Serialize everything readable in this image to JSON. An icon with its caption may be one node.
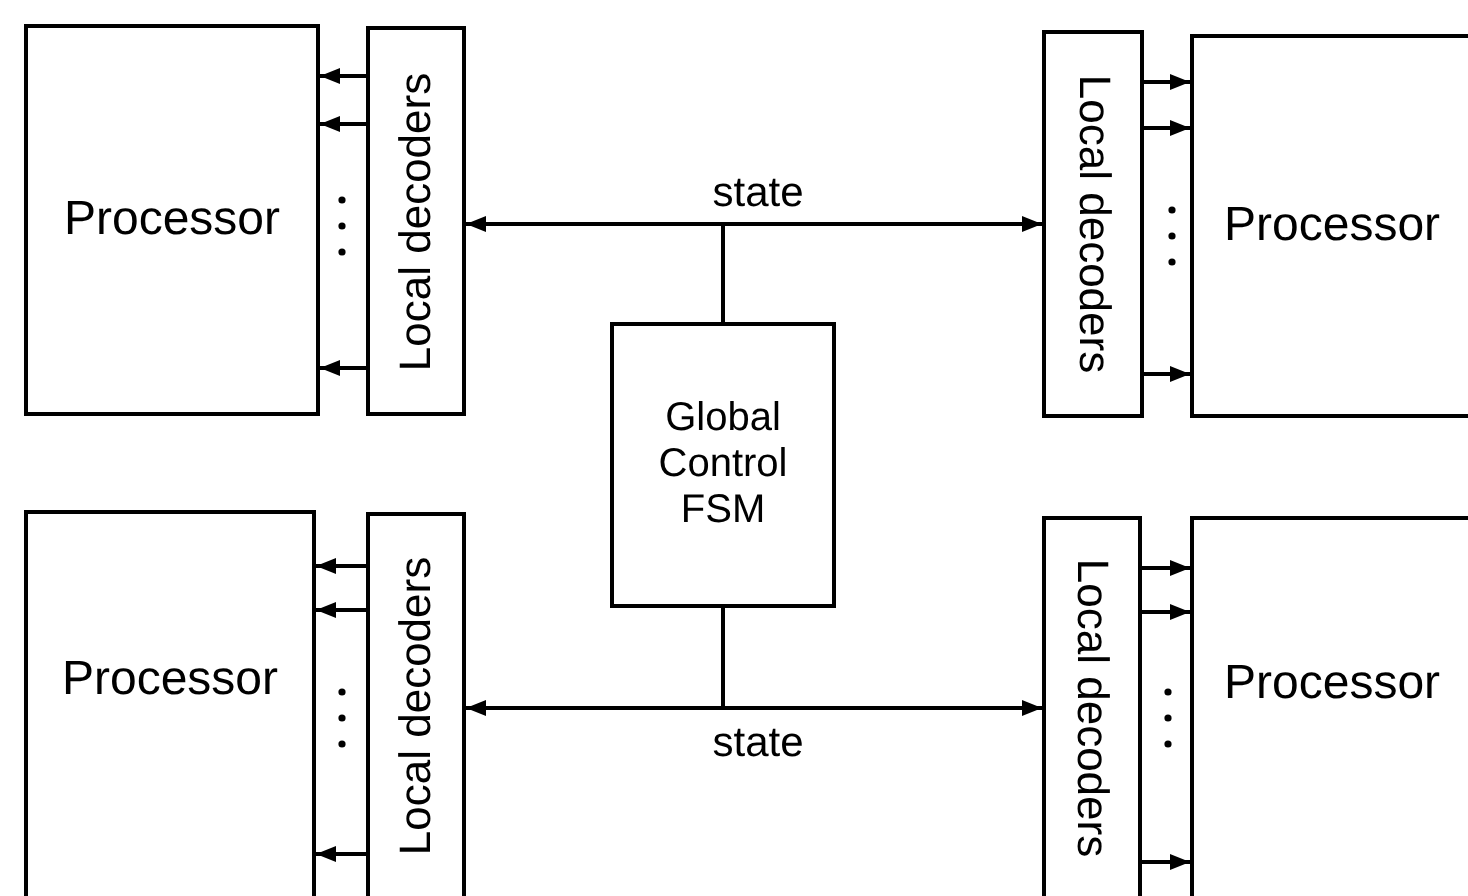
{
  "diagram": {
    "nodes": [
      {
        "text": [
          "Processor"
        ]
      },
      {
        "text": [
          "Local decoders"
        ]
      },
      {
        "text": [
          "Local decoders"
        ]
      },
      {
        "text": [
          "Processor"
        ]
      },
      {
        "text": [
          "Global Control FSM"
        ]
      },
      {
        "text": [
          "Processor"
        ]
      },
      {
        "text": [
          "Local decoders"
        ]
      },
      {
        "text": [
          "Local decoders"
        ]
      },
      {
        "text": [
          "Processor"
        ]
      }
    ],
    "edges": [
      {
        "from": 4,
        "to": 1,
        "arrow": "to"
      },
      {
        "from": 4,
        "to": 2,
        "arrow": "to"
      },
      {
        "from": 4,
        "to": 6,
        "arrow": "to"
      },
      {
        "from": 4,
        "to": 7,
        "arrow": "to"
      },
      {
        "from": 1,
        "to": 0,
        "arrow": "to"
      },
      {
        "from": 1,
        "to": 0,
        "arrow": "to"
      },
      {
        "from": 1,
        "to": 0,
        "arrow": "to"
      },
      {
        "from": 2,
        "to": 3,
        "arrow": "to"
      },
      {
        "from": 2,
        "to": 3,
        "arrow": "to"
      },
      {
        "from": 2,
        "to": 3,
        "arrow": "to"
      },
      {
        "from": 6,
        "to": 5,
        "arrow": "to"
      },
      {
        "from": 6,
        "to": 5,
        "arrow": "to"
      },
      {
        "from": 6,
        "to": 5,
        "arrow": "to"
      },
      {
        "from": 7,
        "to": 8,
        "arrow": "to"
      },
      {
        "from": 7,
        "to": 8,
        "arrow": "to"
      },
      {
        "from": 7,
        "to": 8,
        "arrow": "to"
      }
    ],
    "labels": [
      "state",
      "state"
    ]
  }
}
